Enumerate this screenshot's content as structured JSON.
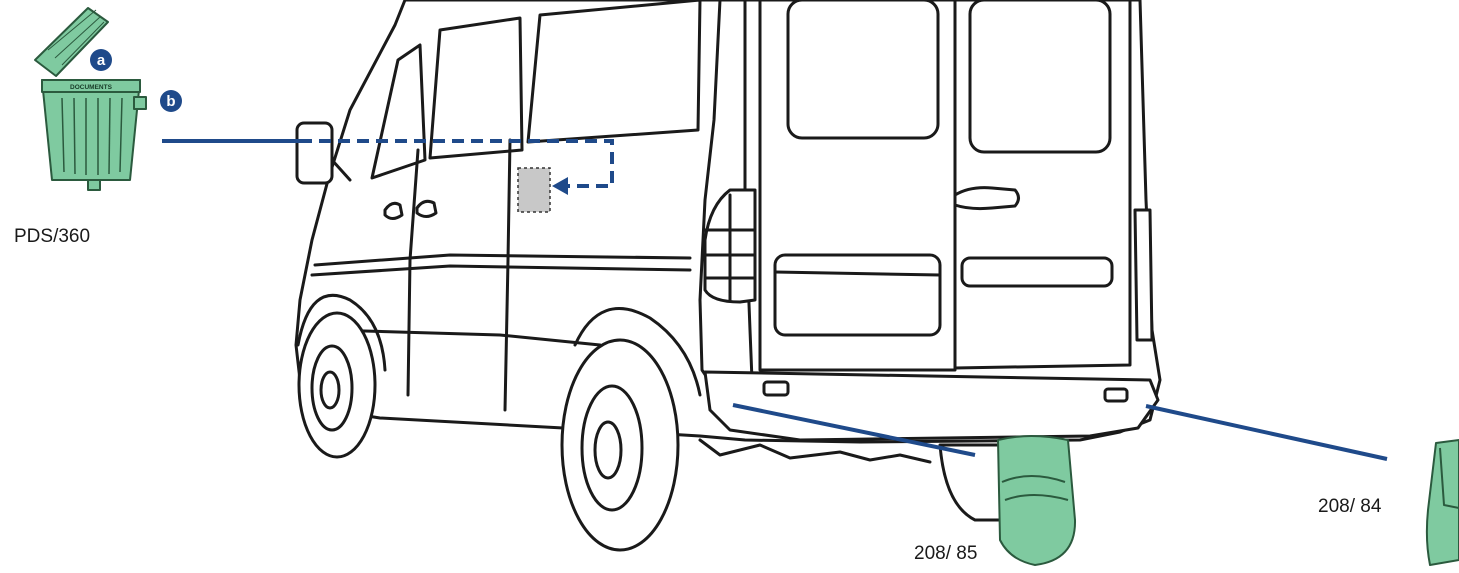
{
  "diagram": {
    "parts": [
      {
        "id": "pds",
        "label": "PDS/360"
      },
      {
        "id": "mudflap_right",
        "label": "208/ 85"
      },
      {
        "id": "mudflap_left",
        "label": "208/ 84"
      }
    ],
    "callouts": [
      {
        "id": "a",
        "text": "a"
      },
      {
        "id": "b",
        "text": "b"
      }
    ],
    "container_text": "DOCUMENTS",
    "colors": {
      "part_fill": "#7fcaa0",
      "part_stroke": "#2b5a3e",
      "leader_line": "#1f4a8a",
      "callout_badge": "#1f4a8a",
      "location_marker": "#c8c8c8",
      "vehicle_outline": "#1a1a1a"
    },
    "icons": {
      "pds": "document-container-icon",
      "mudflap": "mudflap-icon",
      "vehicle": "van-rear-view-drawing"
    }
  }
}
